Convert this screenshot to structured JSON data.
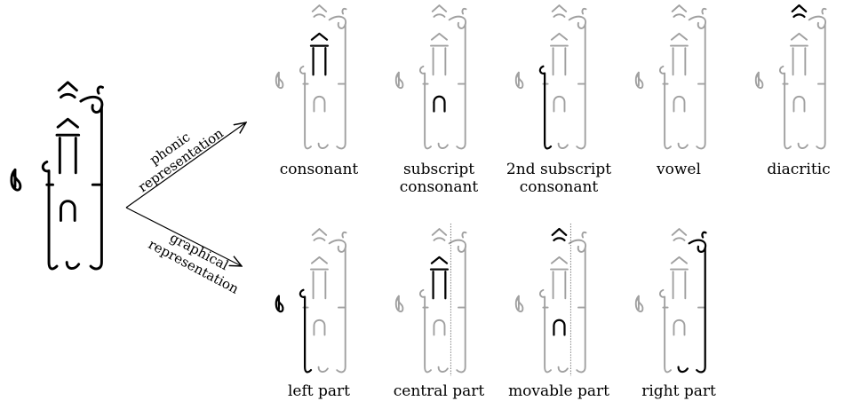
{
  "colors": {
    "highlight": "#000000",
    "faded": "#a0a0a0",
    "guide": "#555555"
  },
  "arrows": {
    "top": "phonic\nrepresentation",
    "bottom": "graphical\nrepresentation"
  },
  "phonic": [
    {
      "label": "consonant",
      "highlight": [
        "consonant"
      ]
    },
    {
      "label": "subscript\nconsonant",
      "highlight": [
        "subscript"
      ]
    },
    {
      "label": "2nd subscript\nconsonant",
      "highlight": [
        "second"
      ]
    },
    {
      "label": "vowel",
      "highlight": [
        "vowel"
      ]
    },
    {
      "label": "diacritic",
      "highlight": [
        "diacritic"
      ]
    }
  ],
  "graphical": [
    {
      "label": "left part",
      "highlight": [
        "vowel-left",
        "second"
      ],
      "divider": false
    },
    {
      "label": "central part",
      "highlight": [
        "consonant"
      ],
      "divider": true
    },
    {
      "label": "movable part",
      "highlight": [
        "diacritic",
        "subscript"
      ],
      "divider": true
    },
    {
      "label": "right part",
      "highlight": [
        "vowel-right"
      ],
      "divider": false
    }
  ]
}
